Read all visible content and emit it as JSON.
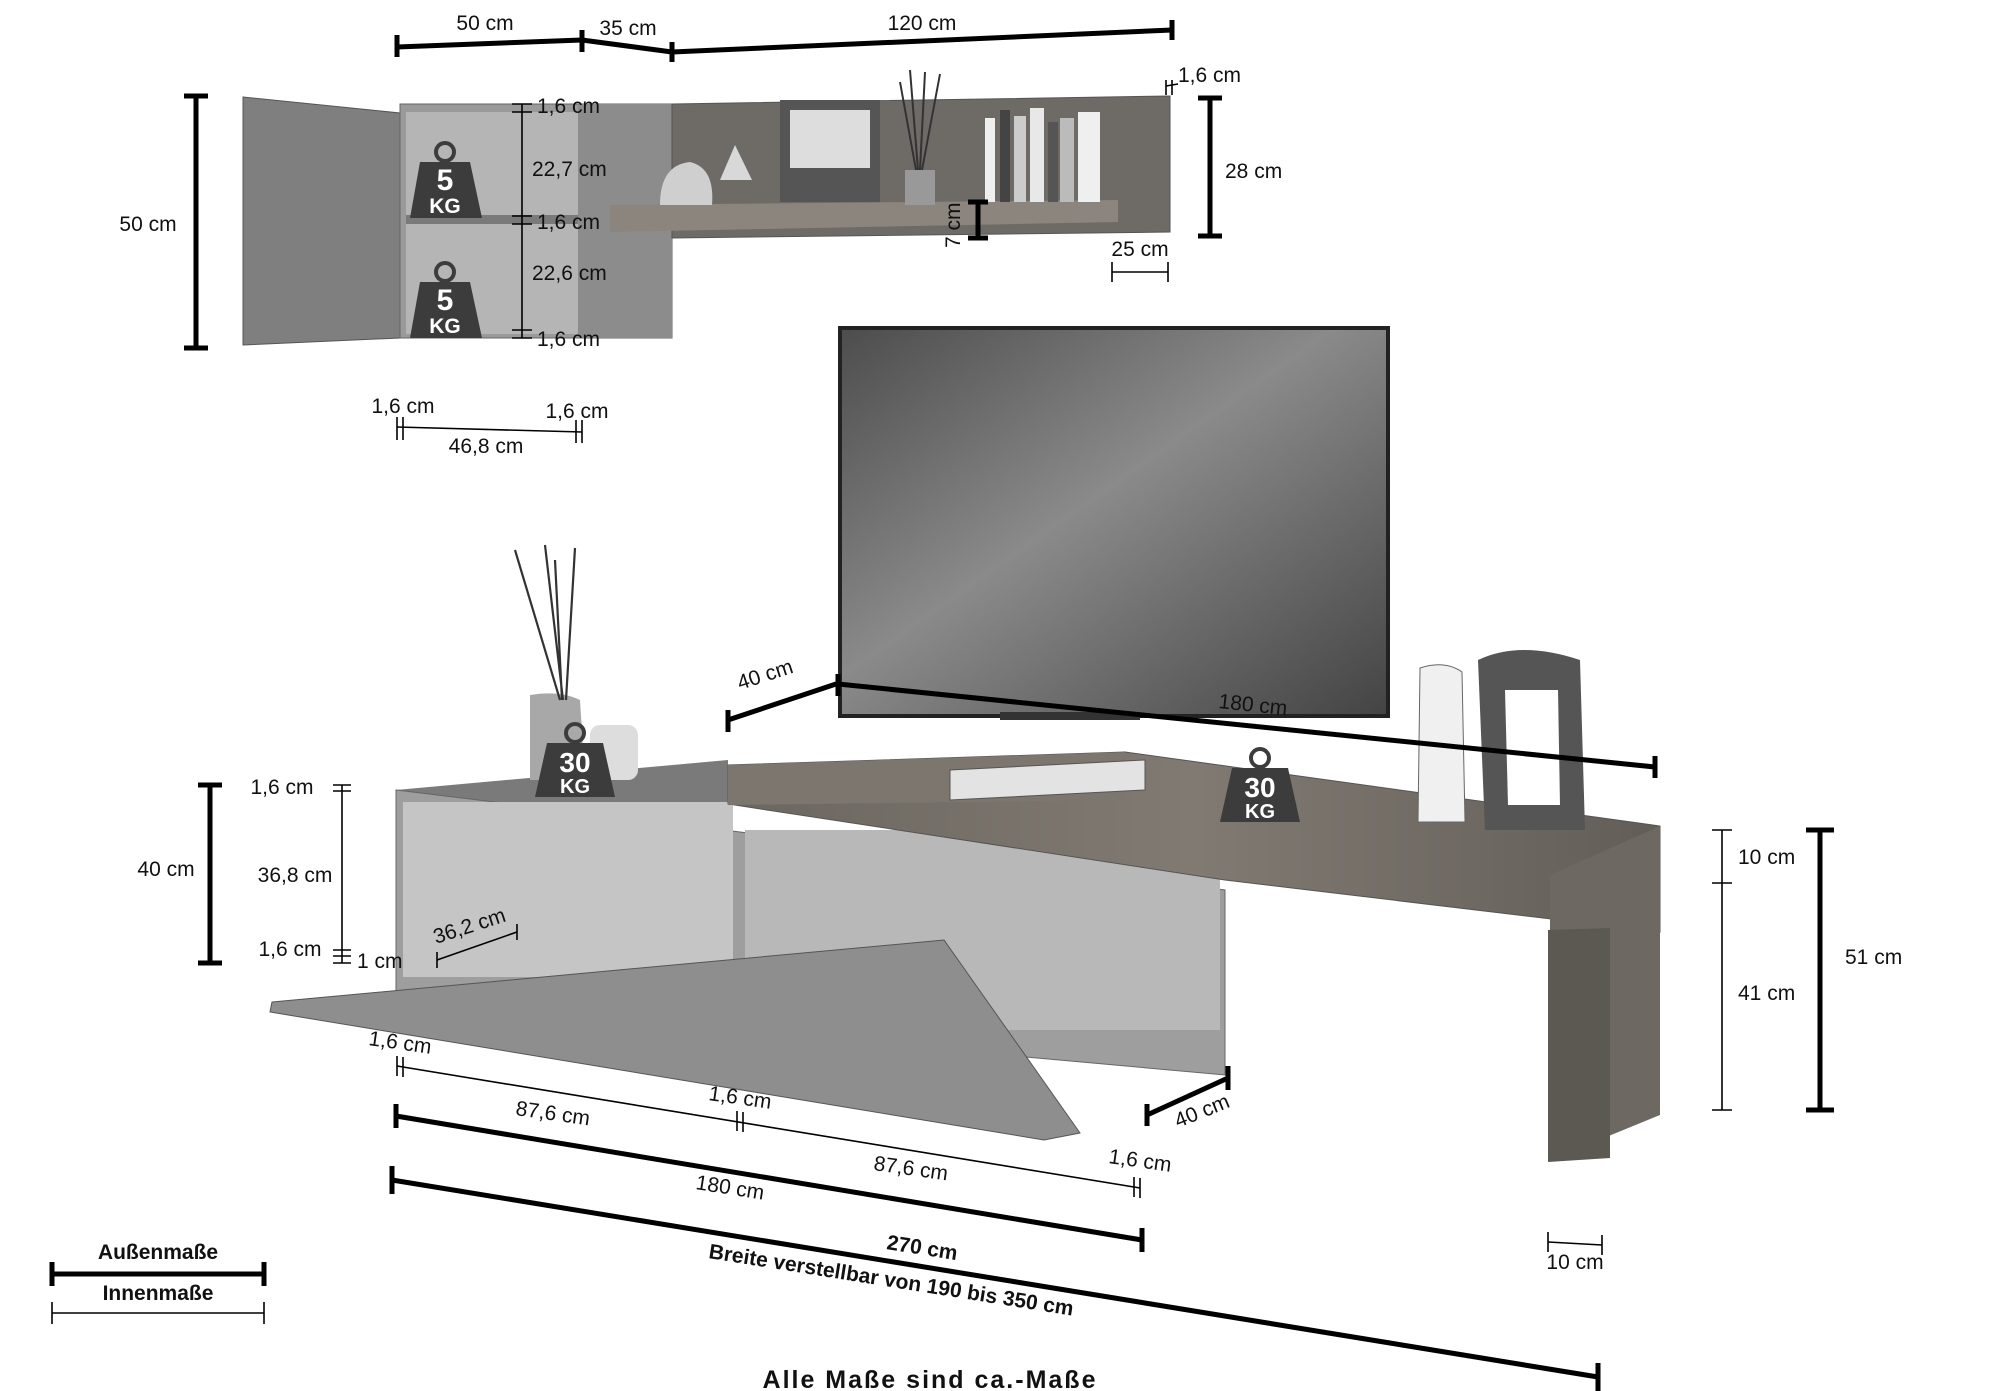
{
  "wall_unit": {
    "total_widths": [
      "50 cm",
      "35 cm",
      "120 cm"
    ],
    "cabinet_height": "50 cm",
    "cabinet_inner": [
      "1,6 cm",
      "22,7 cm",
      "1,6 cm",
      "22,6 cm",
      "1,6 cm"
    ],
    "cabinet_side_walls": [
      "1,6 cm",
      "1,6 cm"
    ],
    "cabinet_inner_width": "46,8 cm",
    "shelf_board": "1,6 cm",
    "shelf_height": "28 cm",
    "ledge_height": "7 cm",
    "shelf_depth": "25 cm",
    "load_labels": [
      {
        "value": "5",
        "unit": "KG"
      },
      {
        "value": "5",
        "unit": "KG"
      }
    ]
  },
  "tv_board": {
    "top_depth": "40 cm",
    "top_width": "180 cm",
    "board_height": "40 cm",
    "board_inner": [
      "1,6 cm",
      "36,8 cm",
      "1,6 cm"
    ],
    "flap_depth": "36,2 cm",
    "flap_gap": "1 cm",
    "inner_widths": [
      "1,6 cm",
      "87,6 cm",
      "1,6 cm",
      "87,6 cm",
      "1,6 cm"
    ],
    "outer_width": "180 cm",
    "total_width": "270 cm",
    "adjustable_note": "Breite verstellbar  von 190 bis 350 cm",
    "board_depth": "40 cm",
    "bridge_heights": [
      "10 cm",
      "41 cm"
    ],
    "bridge_total": "51 cm",
    "leg_width": "10 cm",
    "load_labels": [
      {
        "value": "30",
        "unit": "KG"
      },
      {
        "value": "30",
        "unit": "KG"
      }
    ]
  },
  "legend": {
    "outer": "Außenmaße",
    "inner": "Innenmaße"
  },
  "footer": "Alle Maße sind ca.-Maße",
  "colors": {
    "line": "#000000",
    "furniture": "#8a8a8a",
    "wood": "#6f6a64",
    "tv_screen": "#5a5a5a",
    "weight_icon": "#3c3c3c"
  }
}
